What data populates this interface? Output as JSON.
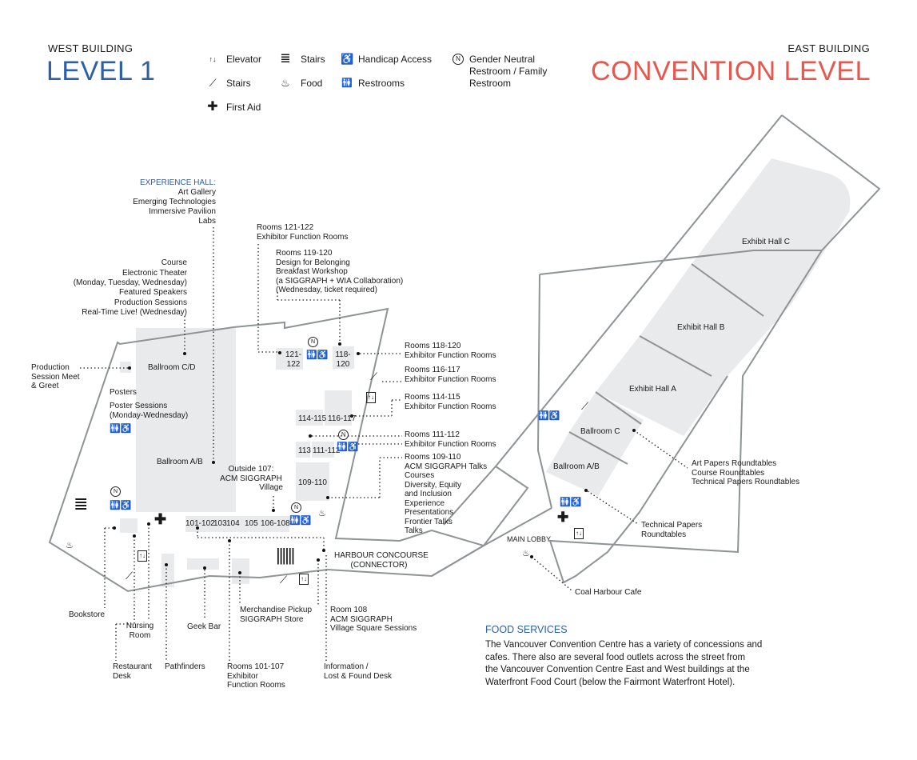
{
  "west": {
    "building": "WEST BUILDING",
    "level": "LEVEL 1"
  },
  "east": {
    "building": "EAST BUILDING",
    "level": "CONVENTION LEVEL"
  },
  "colors": {
    "west_accent": "#2f5fa5",
    "east_accent": "#e8574d",
    "outline": "#8e9395",
    "fill": "#e9eaeb",
    "text": "#1a1a1a"
  },
  "legend": [
    {
      "icon": "elevator-icon",
      "glyph": "↑↓",
      "label": "Elevator"
    },
    {
      "icon": "escalator-icon",
      "glyph": "⟋",
      "label": "Stairs"
    },
    {
      "icon": "first-aid-icon",
      "glyph": "✚",
      "label": "First Aid"
    },
    {
      "icon": "stairs-icon",
      "glyph": "≣",
      "label": "Stairs"
    },
    {
      "icon": "food-icon",
      "glyph": "♨",
      "label": "Food"
    },
    {
      "icon": "handicap-icon",
      "glyph": "♿",
      "label": "Handicap Access"
    },
    {
      "icon": "restroom-icon",
      "glyph": "🚻",
      "label": "Restrooms"
    },
    {
      "icon": "gender-neutral-icon",
      "glyph": "N",
      "label": "Gender Neutral Restroom / Family Restroom"
    }
  ],
  "labels": {
    "experience_hall_title": "EXPERIENCE HALL:",
    "experience_hall_items": [
      "Art Gallery",
      "Emerging Technologies",
      "Immersive Pavilion",
      "Labs"
    ],
    "ballroom_cd_uses": [
      "Course",
      "Electronic Theater",
      "(Monday, Tuesday, Wednesday)",
      "Featured Speakers",
      "Production Sessions",
      "Real-Time Live! (Wednesday)"
    ],
    "rooms_121_122": [
      "Rooms 121-122",
      "Exhibitor Function Rooms"
    ],
    "rooms_119_120": [
      "Rooms 119-120",
      "Design for Belonging",
      "Breakfast Workshop",
      "(a SIGGRAPH + WIA Collaboration)",
      "(Wednesday, ticket required)"
    ],
    "production_meet": [
      "Production",
      "Session Meet",
      "& Greet"
    ],
    "ballroom_cd": "Ballroom C/D",
    "posters": "Posters",
    "poster_sessions": [
      "Poster Sessions",
      "(Monday-Wednesday)"
    ],
    "ballroom_ab_west": "Ballroom A/B",
    "outside_107": [
      "Outside 107:",
      "ACM SIGGRAPH",
      "Village"
    ],
    "room_121_122_map": [
      "121-",
      "122"
    ],
    "room_118_120_map": [
      "118-",
      "120"
    ],
    "rooms_118_120": [
      "Rooms 118-120",
      "Exhibitor Function Rooms"
    ],
    "rooms_116_117": [
      "Rooms 116-117",
      "Exhibitor Function Rooms"
    ],
    "rooms_114_115": [
      "Rooms 114-115",
      "Exhibitor Function Rooms"
    ],
    "rooms_111_112": [
      "Rooms 111-112",
      "Exhibitor Function Rooms"
    ],
    "rooms_109_110": [
      "Rooms 109-110",
      "ACM SIGGRAPH Talks",
      "Courses",
      "Diversity, Equity",
      "and Inclusion",
      "Experience",
      "Presentations",
      "Frontier Talks",
      "Talks"
    ],
    "room_114_115_map": "114-115",
    "room_116_117_map": "116-117",
    "room_113_map": "113",
    "room_111_112_map": "111-112",
    "room_109_110_map": "109-110",
    "room_101_102_map": "101-102",
    "room_103_map": "103",
    "room_104_map": "104",
    "room_105_map": "105",
    "room_106_108_map": "106-108",
    "harbour_concourse": [
      "HARBOUR CONCOURSE",
      "(CONNECTOR)"
    ],
    "bookstore": "Bookstore",
    "nursing_room": [
      "Nursing",
      "Room"
    ],
    "geek_bar": "Geek Bar",
    "merch": [
      "Merchandise Pickup",
      "SIGGRAPH Store"
    ],
    "room_108": [
      "Room 108",
      "ACM SIGGRAPH",
      "Village Square Sessions"
    ],
    "restaurant_desk": [
      "Restaurant",
      "Desk"
    ],
    "pathfinders": "Pathfinders",
    "rooms_101_107": [
      "Rooms 101-107",
      "Exhibitor",
      "Function Rooms"
    ],
    "info_desk": [
      "Information /",
      "Lost & Found Desk"
    ],
    "exhibit_hall_c": "Exhibit Hall C",
    "exhibit_hall_b": "Exhibit Hall B",
    "exhibit_hall_a": "Exhibit Hall A",
    "ballroom_c": "Ballroom C",
    "ballroom_ab_east": "Ballroom A/B",
    "roundtables_c": [
      "Art Papers Roundtables",
      "Course Roundtables",
      "Technical Papers Roundtables"
    ],
    "tp_roundtables": [
      "Technical Papers",
      "Roundtables"
    ],
    "main_lobby": "MAIN LOBBY",
    "coal_harbour": "Coal Harbour Cafe"
  },
  "food_services": {
    "title": "FOOD SERVICES",
    "lines": [
      "The Vancouver Convention Centre has a variety of concessions and",
      "cafes. There also are several food outlets across the street from",
      "the Vancouver Convention Centre East and West buildings at the",
      "Waterfront Food Court (below the Fairmont Waterfront Hotel)."
    ]
  }
}
